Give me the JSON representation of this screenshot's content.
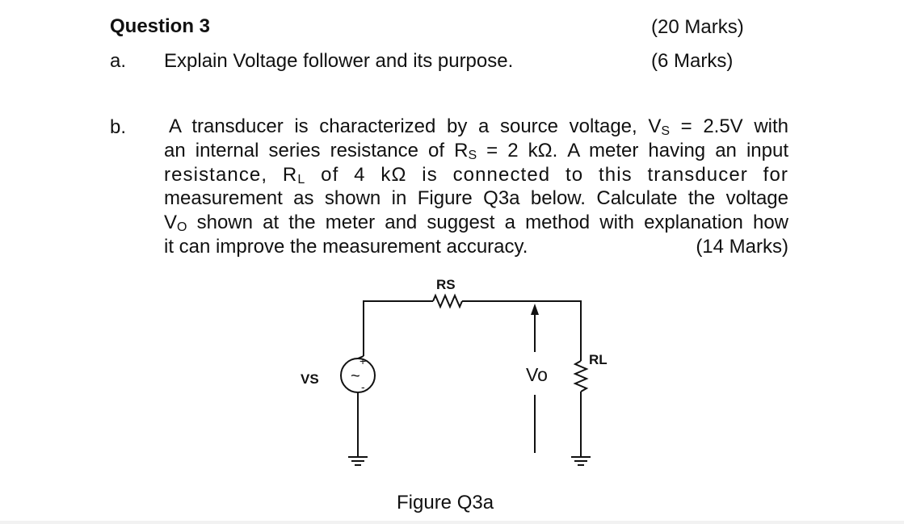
{
  "question": {
    "title": "Question 3",
    "total_marks": "(20 Marks)"
  },
  "part_a": {
    "label": "a.",
    "text": "Explain Voltage follower and its purpose.",
    "marks": "(6 Marks)"
  },
  "part_b": {
    "label": "b.",
    "line1": {
      "pre": "A transducer is characterized by a source voltage, V",
      "sub": "S",
      "post": " = 2.5V with"
    },
    "line2": {
      "pre": "an internal series resistance of R",
      "sub": "S",
      "post": " = 2 kΩ. A meter having an input"
    },
    "line3": {
      "pre": "resistance, R",
      "sub": "L",
      "post": " of 4 kΩ is connected to this transducer for"
    },
    "line4": "measurement as shown in Figure Q3a below. Calculate the voltage",
    "line5": {
      "pre": "V",
      "sub": "O",
      "post": " shown at the meter and suggest a method with explanation how"
    },
    "line6": "it can improve the measurement accuracy.",
    "marks": "(14 Marks)"
  },
  "figure": {
    "caption": "Figure Q3a",
    "labels": {
      "rs": "RS",
      "rl": "RL",
      "vs": "VS",
      "vo": "Vo",
      "plus": "+",
      "minus": "-",
      "tilde": "~"
    }
  }
}
